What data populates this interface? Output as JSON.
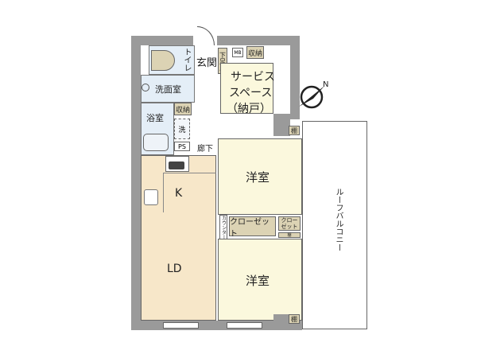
{
  "rooms": {
    "toilet": "トイレ",
    "entrance": "玄関",
    "shoe": "下足入",
    "mb": "MB",
    "storage1": "収納",
    "service_space": [
      "サービス",
      "スペース",
      "（納戸）"
    ],
    "washroom": "洗面室",
    "storage2": "収納",
    "bath": "浴室",
    "washer": "洗",
    "ps": "PS",
    "hall": "廊下",
    "shelf1": "棚",
    "western1": "洋室",
    "kitchen": "K",
    "counter": "カウンター",
    "closet": "クローゼット",
    "closet_small": "クロー\nゼット",
    "shelf2": "棚",
    "ld": "LD",
    "western2": "洋室",
    "shelf3": "棚",
    "balcony": "ルーフバルコニー"
  },
  "compass": {
    "label": "N"
  }
}
